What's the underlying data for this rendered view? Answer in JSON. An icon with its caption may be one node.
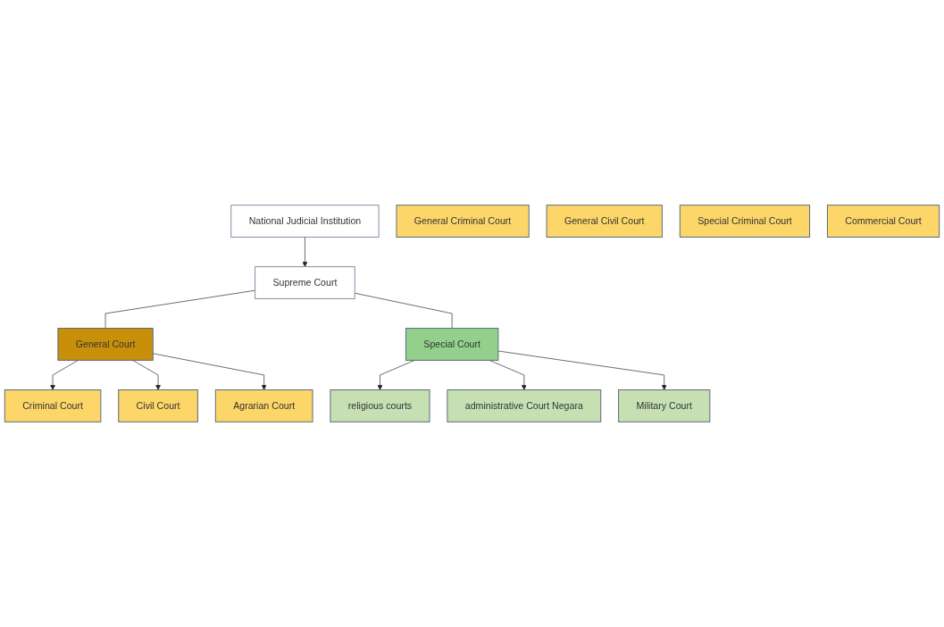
{
  "diagram": {
    "nodes": [
      {
        "text": [
          "National Judicial Institution"
        ]
      },
      {
        "text": [
          "Supreme Court"
        ]
      },
      {
        "text": [
          "General Court"
        ]
      },
      {
        "text": [
          "Special Court"
        ]
      },
      {
        "text": [
          "Criminal Court"
        ]
      },
      {
        "text": [
          "Civil Court"
        ]
      },
      {
        "text": [
          "Agrarian Court"
        ]
      },
      {
        "text": [
          "General Criminal Court"
        ]
      },
      {
        "text": [
          "General Civil Court"
        ]
      },
      {
        "text": [
          "Special Criminal Court"
        ]
      },
      {
        "text": [
          "Commercial Court"
        ]
      },
      {
        "text": [
          "religious courts"
        ]
      },
      {
        "text": [
          "administrative Court Negara"
        ]
      },
      {
        "text": [
          "Military Court"
        ]
      }
    ],
    "edges": [
      {
        "from": 0,
        "to": 1,
        "arrow": "to"
      },
      {
        "from": 1,
        "to": 2,
        "arrow": "none"
      },
      {
        "from": 1,
        "to": 3,
        "arrow": "none"
      },
      {
        "from": 2,
        "to": 4,
        "arrow": "to"
      },
      {
        "from": 2,
        "to": 5,
        "arrow": "to"
      },
      {
        "from": 2,
        "to": 6,
        "arrow": "to"
      },
      {
        "from": 3,
        "to": 11,
        "arrow": "to"
      },
      {
        "from": 3,
        "to": 12,
        "arrow": "to"
      },
      {
        "from": 3,
        "to": 13,
        "arrow": "to"
      }
    ]
  }
}
